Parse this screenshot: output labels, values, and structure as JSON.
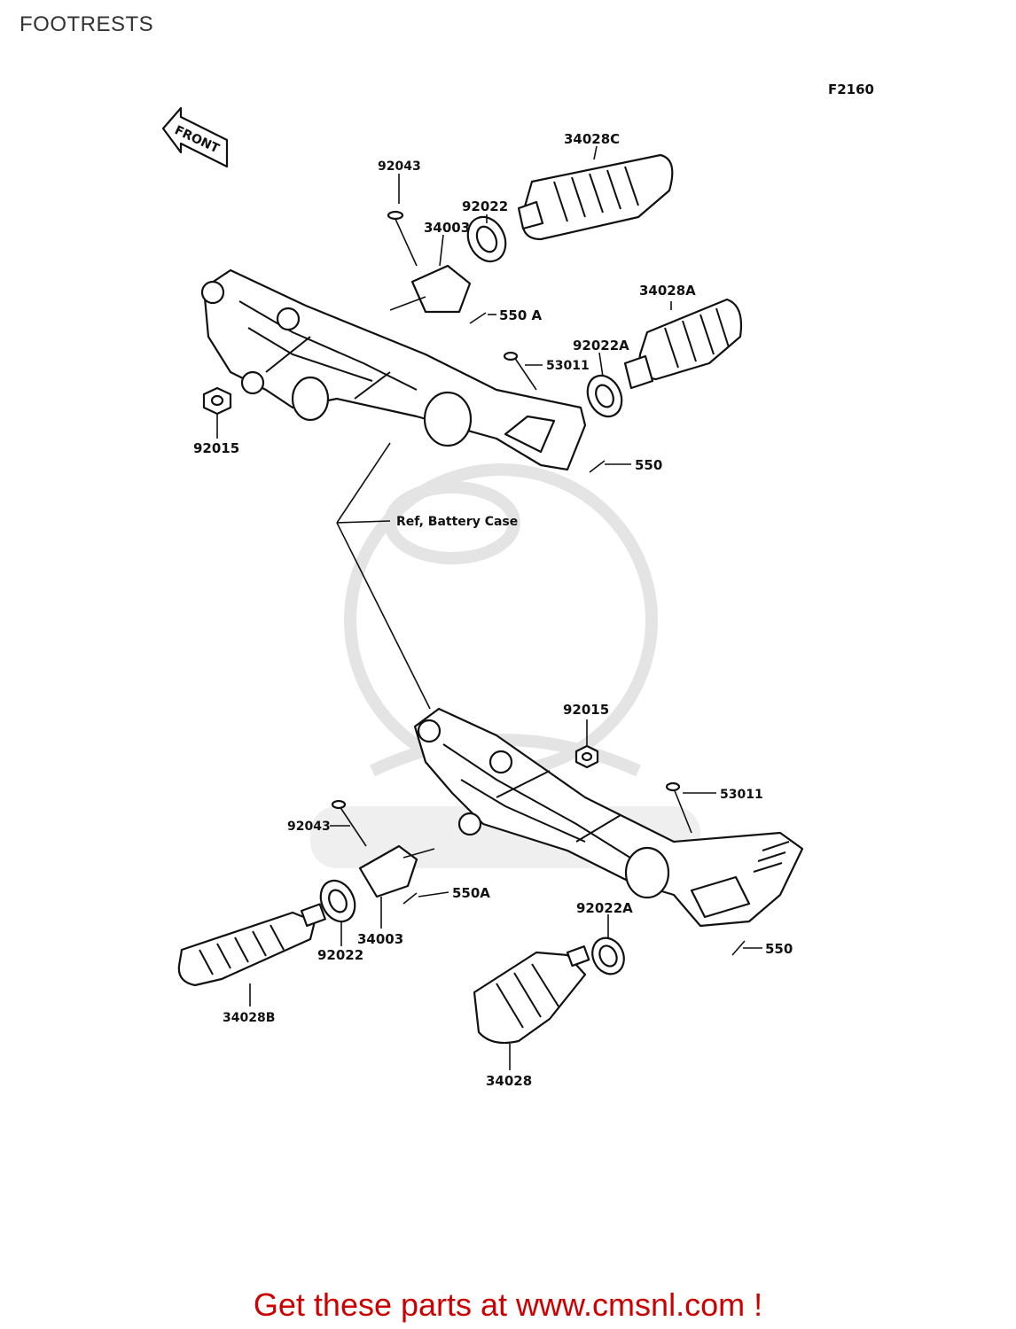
{
  "page": {
    "title": "FOOTRESTS",
    "footer_text": "Get these parts at www.cmsnl.com !"
  },
  "diagram": {
    "figure_code": "F2160",
    "front_arrow": "FRONT",
    "ref_note": "Ref, Battery Case",
    "labels": {
      "top_34028C": "34028C",
      "top_92043": "92043",
      "top_92022": "92022",
      "top_34003": "34003",
      "top_34028A": "34028A",
      "top_550A": "550 A",
      "top_92022A": "92022A",
      "top_53011": "53011",
      "top_92015": "92015",
      "top_550": "550",
      "bot_92015": "92015",
      "bot_53011": "53011",
      "bot_92043": "92043",
      "bot_550A": "550A",
      "bot_92022A": "92022A",
      "bot_550": "550",
      "bot_34003": "34003",
      "bot_92022": "92022",
      "bot_34028B": "34028B",
      "bot_34028": "34028"
    }
  },
  "colors": {
    "footer": "#cc0000",
    "ink": "#111111",
    "watermark": "#e4e4e4"
  }
}
